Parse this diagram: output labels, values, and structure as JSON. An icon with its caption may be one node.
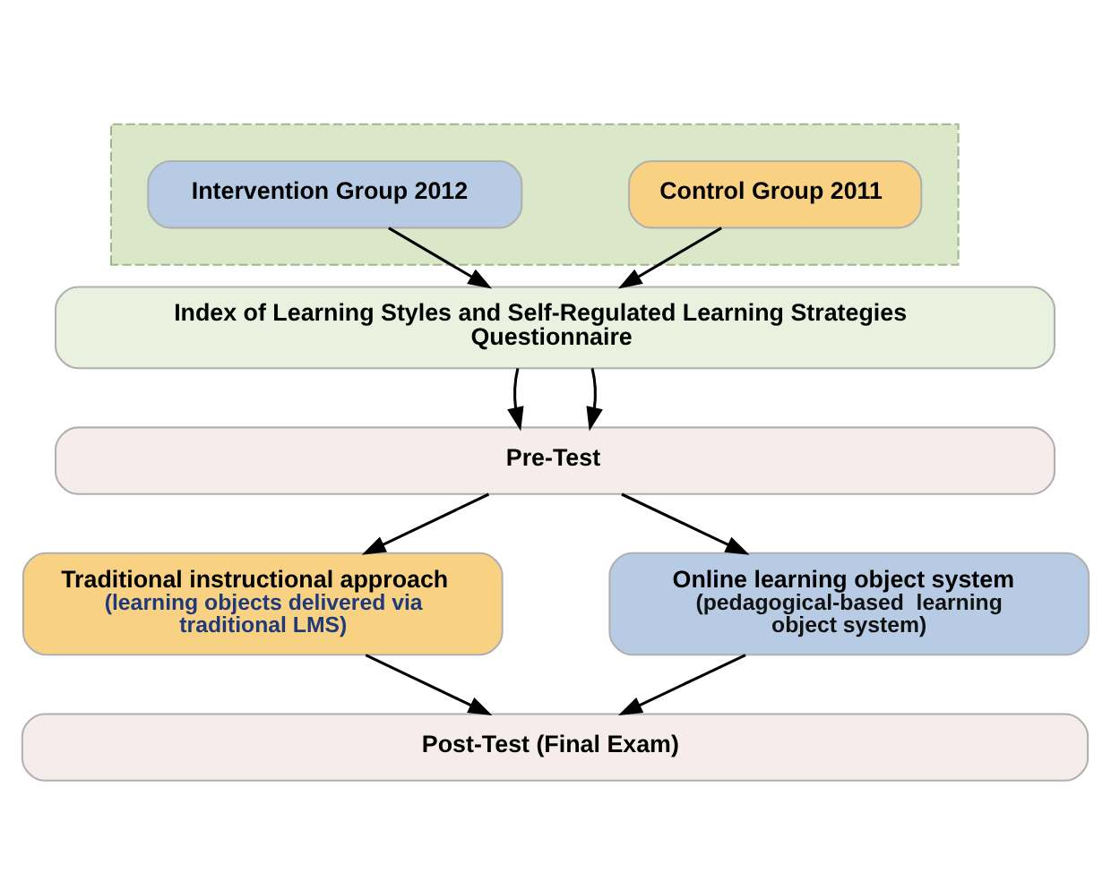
{
  "diagram": {
    "nodes": [
      {
        "text": [],
        "shape": "box"
      },
      {
        "text": [
          "Control Group 2011"
        ],
        "in": 0
      },
      {
        "text": [
          "Intervention Group 2012"
        ],
        "in": 0
      },
      {
        "text": [
          "Index of Learning Styles and Self-Regulated Learning Strategies Questionnaire"
        ]
      },
      {
        "text": [
          "Pre-Test"
        ]
      },
      {
        "text": [
          "Traditional instructional approach",
          "(learning objects delivered via traditional LMS)"
        ]
      },
      {
        "text": [
          "Online learning object system",
          "(pedagogical-based  learning object system)"
        ]
      },
      {
        "text": [
          "Post-Test (Final Exam)"
        ]
      }
    ],
    "edges": [
      {
        "from": 1,
        "to": 3,
        "arrow": "to"
      },
      {
        "from": 2,
        "to": 3,
        "arrow": "to"
      },
      {
        "from": 3,
        "to": 4,
        "arrow": "to"
      },
      {
        "from": 3,
        "to": 4,
        "arrow": "to"
      },
      {
        "from": 4,
        "to": 5,
        "arrow": "to"
      },
      {
        "from": 4,
        "to": 6,
        "arrow": "to"
      },
      {
        "from": 5,
        "to": 7,
        "arrow": "to"
      },
      {
        "from": 6,
        "to": 7,
        "arrow": "to"
      }
    ]
  }
}
